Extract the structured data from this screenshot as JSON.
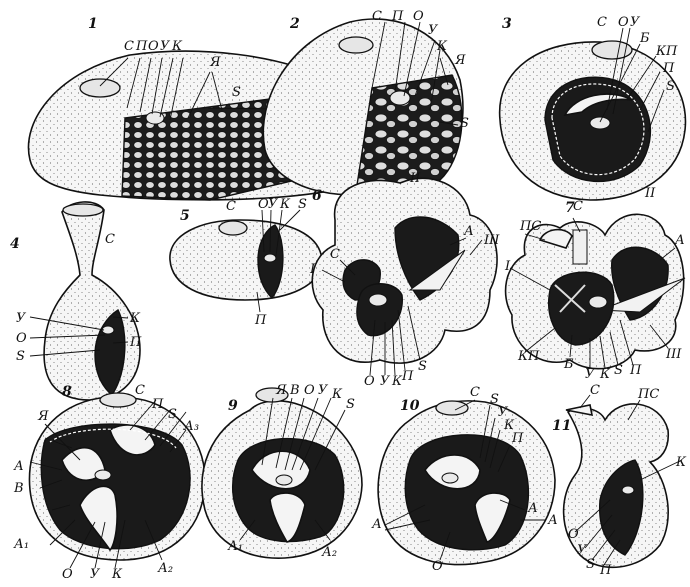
{
  "figures": [
    {
      "number": "1",
      "labels": [
        "С",
        "П",
        "О",
        "У",
        "К",
        "Я",
        "S"
      ]
    },
    {
      "number": "2",
      "labels": [
        "С",
        "П",
        "О",
        "У",
        "К",
        "Я",
        "S"
      ]
    },
    {
      "number": "3",
      "labels": [
        "С",
        "О",
        "У",
        "Б",
        "КП",
        "П",
        "S"
      ]
    },
    {
      "number": "4",
      "labels": [
        "С",
        "У",
        "О",
        "S",
        "К",
        "П"
      ]
    },
    {
      "number": "5",
      "labels": [
        "С",
        "О",
        "У",
        "К",
        "S",
        "П"
      ]
    },
    {
      "number": "6",
      "labels": [
        "II",
        "А",
        "III",
        "С",
        "I",
        "О",
        "У",
        "К",
        "П",
        "S"
      ]
    },
    {
      "number": "7",
      "labels": [
        "ПС",
        "С",
        "II",
        "А",
        "I",
        "III",
        "КП",
        "Б",
        "У",
        "К",
        "S",
        "П"
      ]
    },
    {
      "number": "8",
      "labels": [
        "С",
        "Я",
        "П",
        "S",
        "А₃",
        "А",
        "В",
        "А₁",
        "О",
        "У",
        "К",
        "А₂"
      ]
    },
    {
      "number": "9",
      "labels": [
        "Я",
        "В",
        "О",
        "У",
        "К",
        "S",
        "А₁",
        "А₂"
      ]
    },
    {
      "number": "10",
      "labels": [
        "С",
        "S",
        "У",
        "К",
        "П",
        "А",
        "А",
        "А",
        "О"
      ]
    },
    {
      "number": "11",
      "labels": [
        "С",
        "ПС",
        "К",
        "О",
        "У",
        "S",
        "П"
      ]
    }
  ]
}
